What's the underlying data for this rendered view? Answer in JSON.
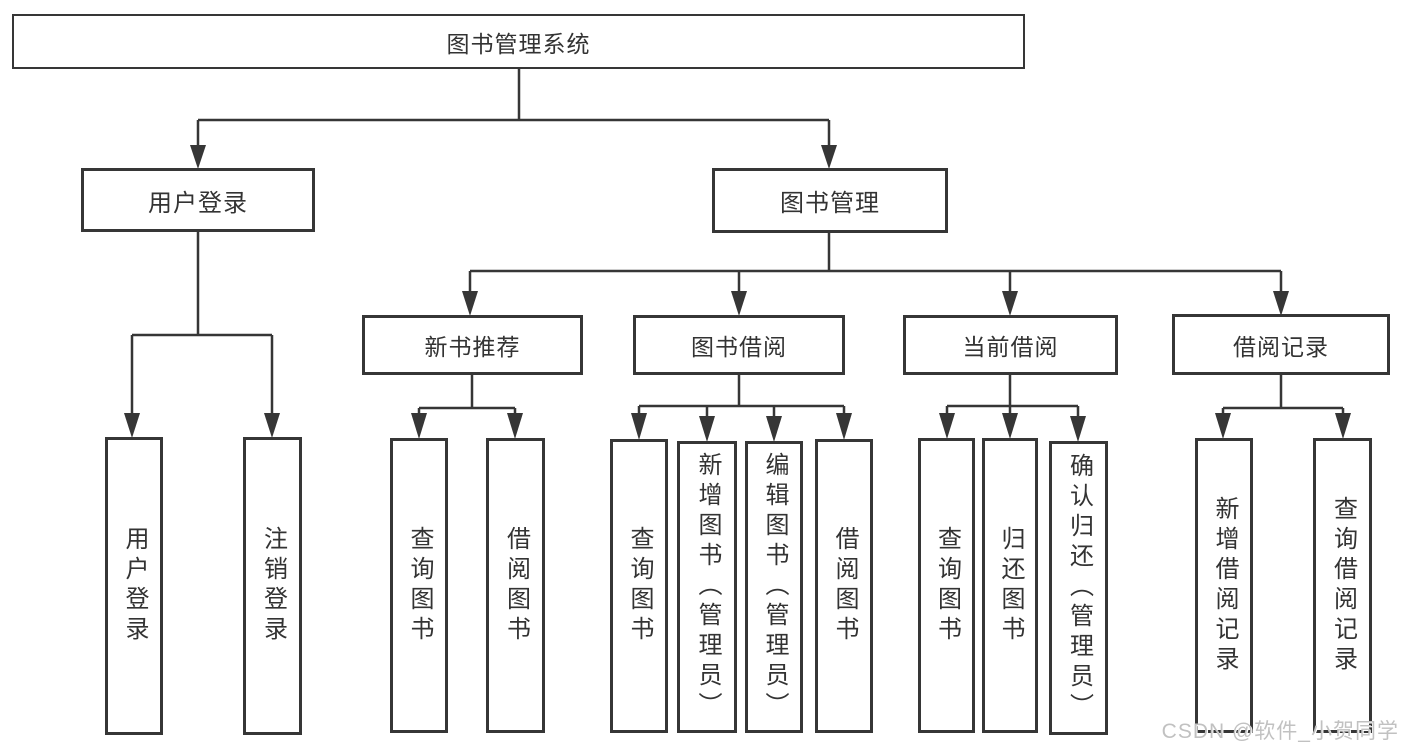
{
  "diagram": {
    "root": "图书管理系统",
    "user_branch": {
      "label": "用户登录",
      "children": {
        "user_login": "用户登录",
        "logout": "注销登录"
      }
    },
    "book_branch": {
      "label": "图书管理",
      "new_book_recommend": {
        "label": "新书推荐",
        "children": {
          "query_books": "查询图书",
          "borrow_books": "借阅图书"
        }
      },
      "book_borrow": {
        "label": "图书借阅",
        "children": {
          "query_books": "查询图书",
          "add_book_admin": "新增图书（管理员）",
          "edit_book_admin": "编辑图书（管理员）",
          "borrow_books": "借阅图书"
        }
      },
      "current_borrow": {
        "label": "当前借阅",
        "children": {
          "query_books": "查询图书",
          "return_books": "归还图书",
          "confirm_return_admin": "确认归还（管理员）"
        }
      },
      "borrow_records": {
        "label": "借阅记录",
        "children": {
          "add_borrow_record": "新增借阅记录",
          "query_borrow_record": "查询借阅记录"
        }
      }
    }
  },
  "watermark": {
    "text": "CSDN @软件_小贺同学",
    "color": "#c1c1c1"
  },
  "colors": {
    "line": "#363636",
    "text": "#333333",
    "background": "#ffffff"
  }
}
